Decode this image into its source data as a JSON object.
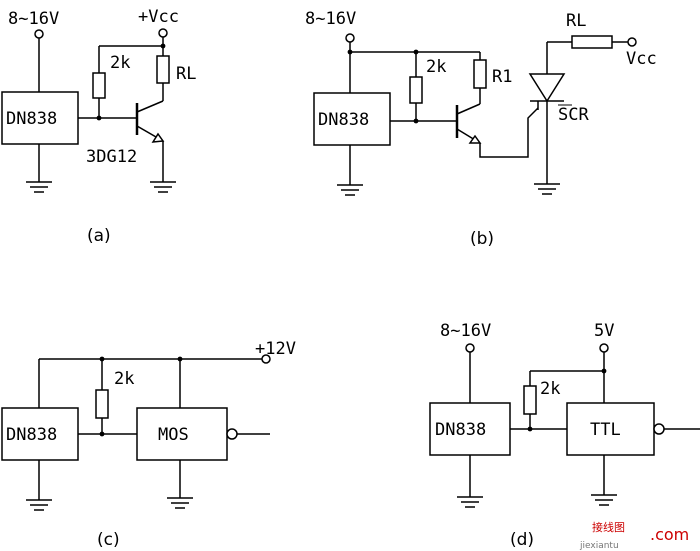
{
  "circuits": {
    "a": {
      "caption": "(a)",
      "supply_in": "8~16V",
      "supply_out": "+Vcc",
      "chip": "DN838",
      "resistor": "2k",
      "load": "RL",
      "transistor": "3DG12"
    },
    "b": {
      "caption": "(b)",
      "supply_in": "8~16V",
      "chip": "DN838",
      "resistor": "2k",
      "collector_resistor": "R1",
      "load": "RL",
      "supply_out": "Vcc",
      "thyristor": "SCR"
    },
    "c": {
      "caption": "(c)",
      "supply": "+12V",
      "chip": "DN838",
      "resistor": "2k",
      "gate": "MOS"
    },
    "d": {
      "caption": "(d)",
      "supply_in": "8~16V",
      "supply_logic": "5V",
      "chip": "DN838",
      "resistor": "2k",
      "gate": "TTL"
    }
  },
  "watermark": {
    "logo": "接线图",
    "domain": ".com",
    "url": "jiexiantu"
  }
}
